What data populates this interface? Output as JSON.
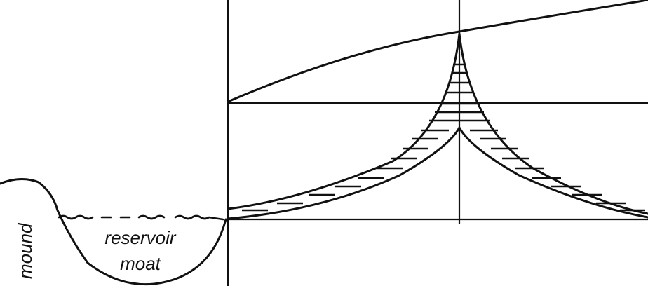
{
  "labels": {
    "mound": "mound",
    "reservoir_line1": "reservoir",
    "reservoir_line2": "moat"
  },
  "colors": {
    "ink": "#111111",
    "background": "#ffffff"
  }
}
